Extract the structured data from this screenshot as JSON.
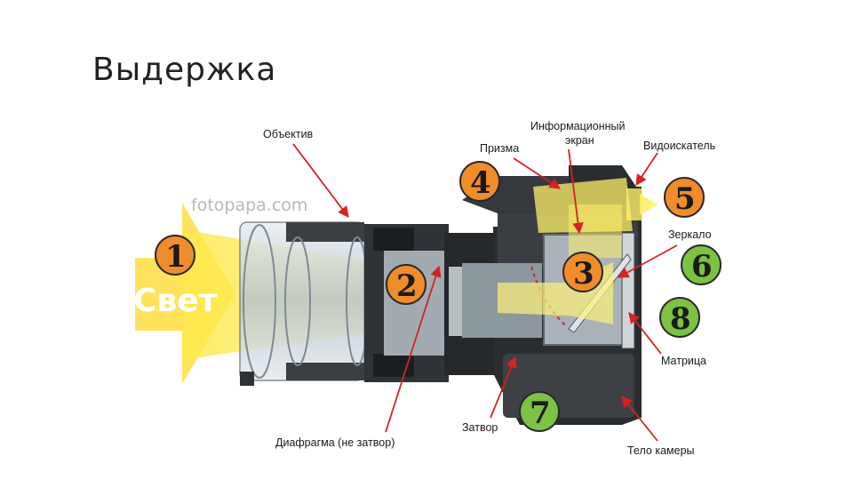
{
  "title": "Выдержка",
  "watermark": "fotopapa.com",
  "light_label": "Свет",
  "labels": {
    "objective": "Объектив",
    "info_screen_1": "Информационный",
    "info_screen_2": "экран",
    "prism": "Призма",
    "viewfinder": "Видоискатель",
    "mirror": "Зеркало",
    "matrix": "Матрица",
    "shutter": "Затвор",
    "body": "Тело камеры",
    "diaphragm": "Диафрагма (не затвор)"
  },
  "markers": [
    {
      "n": "1",
      "color": "#f08c2a"
    },
    {
      "n": "2",
      "color": "#f08c2a"
    },
    {
      "n": "3",
      "color": "#f08c2a"
    },
    {
      "n": "4",
      "color": "#f08c2a"
    },
    {
      "n": "5",
      "color": "#f08c2a"
    },
    {
      "n": "6",
      "color": "#7cc243"
    },
    {
      "n": "7",
      "color": "#7cc243"
    },
    {
      "n": "8",
      "color": "#7cc243"
    }
  ],
  "colors": {
    "arrow": "#d62222",
    "light": "#ffe44a",
    "marker_orange": "#f08c2a",
    "marker_green": "#7cc243"
  }
}
